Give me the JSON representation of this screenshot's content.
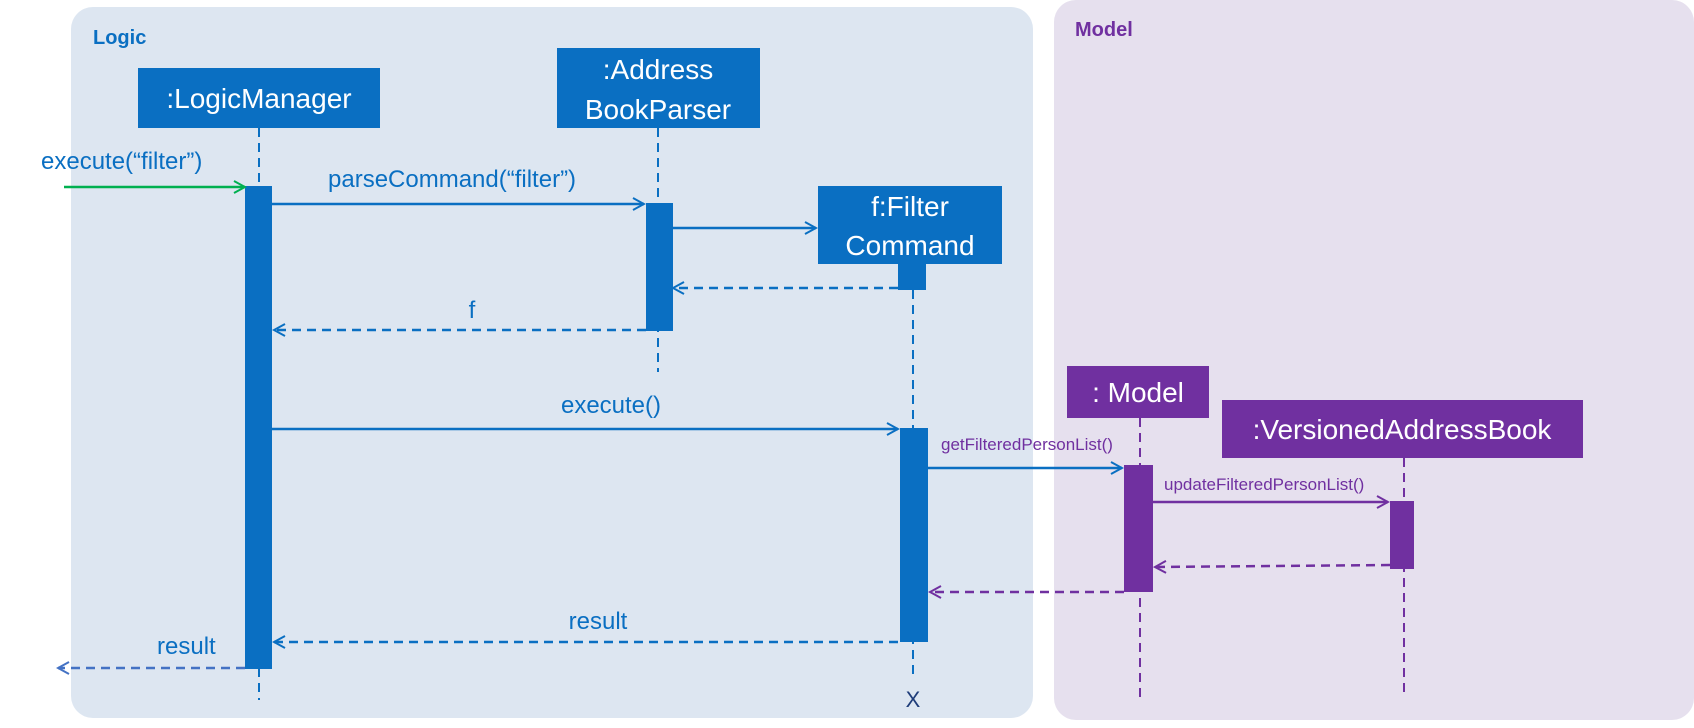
{
  "colors": {
    "logic_frame_bg": "#dde6f1",
    "model_frame_bg": "#e6e0ee",
    "logic_accent": "#0a6fc2",
    "model_accent": "#7030a0",
    "found_message": "#00b050",
    "return_to_caller": "#4472c4"
  },
  "frames": {
    "logic": {
      "label": "Logic"
    },
    "model": {
      "label": "Model"
    }
  },
  "participants": {
    "logic_manager": {
      "label": ":LogicManager"
    },
    "address_book_parser": {
      "line1": ":Address",
      "line2": "BookParser"
    },
    "filter_command": {
      "line1": "f:Filter",
      "line2": "Command"
    },
    "model": {
      "label": ": Model"
    },
    "versioned_address_book": {
      "label": ":VersionedAddressBook"
    }
  },
  "messages": {
    "execute_filter": "execute(“filter”)",
    "parse_command": "parseCommand(“filter”)",
    "return_f": "f",
    "execute": "execute()",
    "get_filtered_person_list": "getFilteredPersonList()",
    "update_filtered_person_list": "updateFilteredPersonList()",
    "return_result": "result",
    "final_result": "result"
  },
  "destroy_marker": "X"
}
